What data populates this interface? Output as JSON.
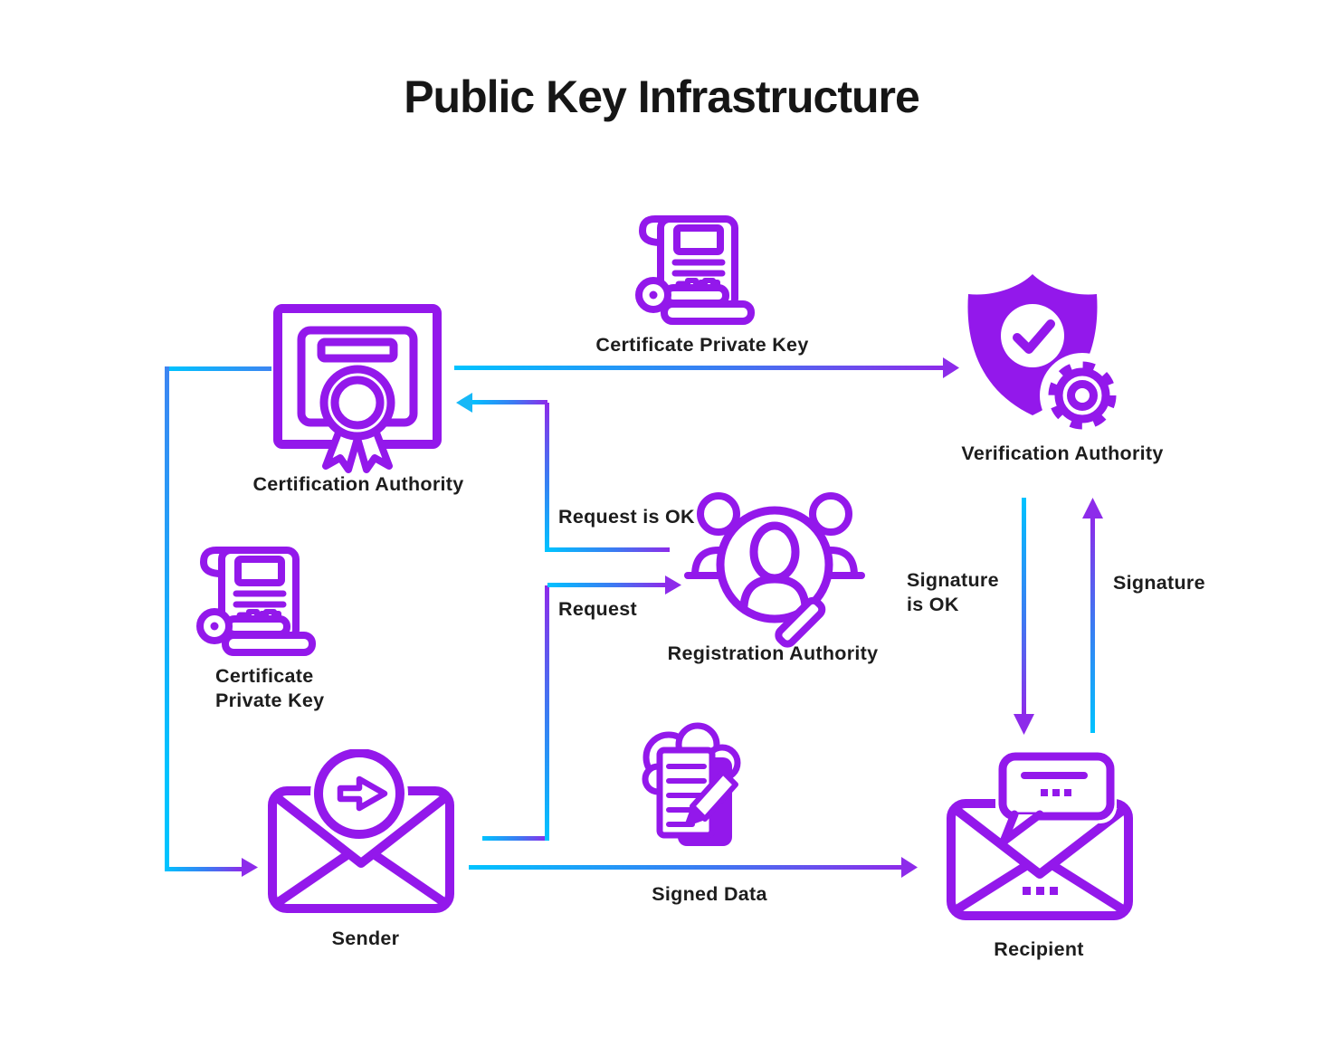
{
  "title": "Public Key Infrastructure",
  "colors": {
    "icon_purple": "#9318EB",
    "arrow_purple": "#8D2BEA",
    "arrow_cyan": "#00C3FF",
    "arrow_blue": "#2E86F2",
    "text": "#1D1D1D",
    "background": "#FFFFFF"
  },
  "nodes": {
    "certification_authority": {
      "label": "Certification Authority"
    },
    "certificate_private_key_top": {
      "label": "Certificate Private Key"
    },
    "verification_authority": {
      "label": "Verification Authority"
    },
    "certificate_private_key_left": {
      "label_line1": "Certificate",
      "label_line2": "Private Key"
    },
    "registration_authority": {
      "label": "Registration Authority"
    },
    "sender": {
      "label": "Sender"
    },
    "signed_data": {
      "label": "Signed Data"
    },
    "recipient": {
      "label": "Recipient"
    }
  },
  "edges": {
    "request": {
      "label": "Request"
    },
    "request_is_ok": {
      "label": "Request is OK"
    },
    "signature": {
      "label": "Signature"
    },
    "signature_is_ok": {
      "label_line1": "Signature",
      "label_line2": "is OK"
    }
  }
}
